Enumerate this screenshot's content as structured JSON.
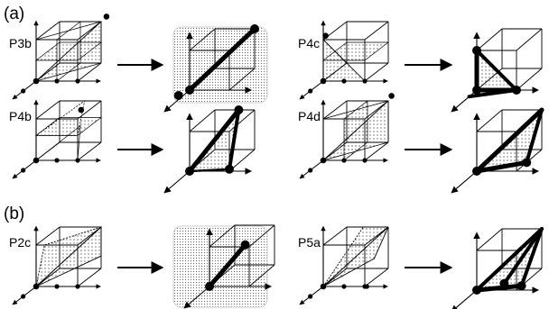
{
  "sections": [
    {
      "label": "(a)"
    },
    {
      "label": "(b)"
    }
  ],
  "panels": [
    {
      "label": "P3b",
      "highlighted": true,
      "result": "line"
    },
    {
      "label": "P4c",
      "highlighted": false,
      "result": "tri-left"
    },
    {
      "label": "P4b",
      "highlighted": false,
      "result": "tri-top"
    },
    {
      "label": "P4d",
      "highlighted": false,
      "result": "tri-diag"
    },
    {
      "label": "P2c",
      "highlighted": true,
      "result": "short-line"
    },
    {
      "label": "P5a",
      "highlighted": false,
      "result": "quad"
    }
  ],
  "colors": {
    "highlight_fill": "#dcdcdc",
    "stroke": "#000000",
    "plane_fill": "#bdbdbd"
  }
}
